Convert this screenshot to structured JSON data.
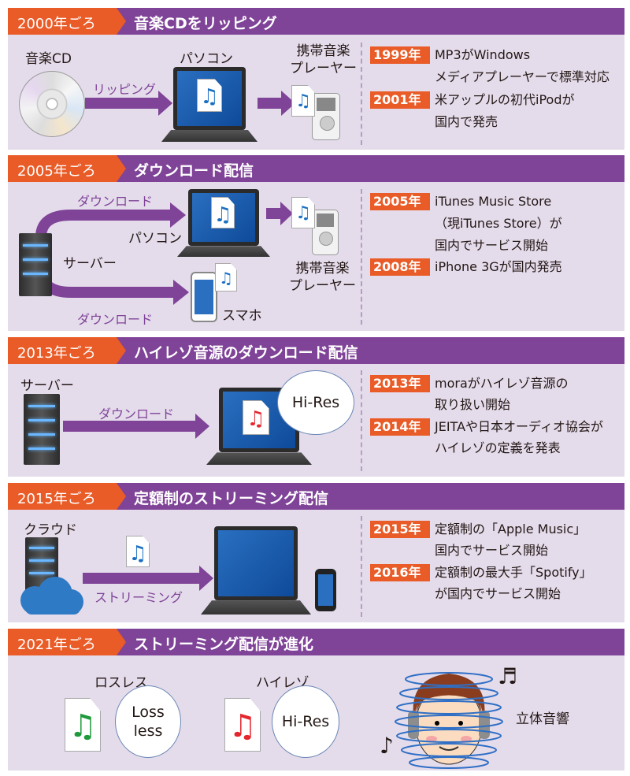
{
  "colors": {
    "orange": "#e95b27",
    "purple": "#7f4397",
    "panel": "#e4dbeb",
    "blue": "#1b6fc2"
  },
  "sections": [
    {
      "era": "2000年ごろ",
      "title": "音楽CDをリッピング",
      "labels": {
        "cd": "音楽CD",
        "rip": "リッピング",
        "pc": "パソコン",
        "player1": "携帯音楽",
        "player2": "プレーヤー"
      },
      "timeline": [
        {
          "year": "1999年",
          "lines": [
            "MP3がWindows",
            "メディアプレーヤーで標準対応"
          ]
        },
        {
          "year": "2001年",
          "lines": [
            "米アップルの初代iPodが",
            "国内で発売"
          ]
        }
      ]
    },
    {
      "era": "2005年ごろ",
      "title": "ダウンロード配信",
      "labels": {
        "dl_top": "ダウンロード",
        "dl_bottom": "ダウンロード",
        "server": "サーバー",
        "pc": "パソコン",
        "player1": "携帯音楽",
        "player2": "プレーヤー",
        "phone": "スマホ"
      },
      "timeline": [
        {
          "year": "2005年",
          "lines": [
            "iTunes Music Store",
            "（現iTunes Store）が",
            "国内でサービス開始"
          ]
        },
        {
          "year": "2008年",
          "lines": [
            "iPhone 3Gが国内発売"
          ]
        }
      ]
    },
    {
      "era": "2013年ごろ",
      "title": "ハイレゾ音源のダウンロード配信",
      "labels": {
        "server": "サーバー",
        "dl": "ダウンロード",
        "bubble": "Hi-Res"
      },
      "timeline": [
        {
          "year": "2013年",
          "lines": [
            "moraがハイレゾ音源の",
            "取り扱い開始"
          ]
        },
        {
          "year": "2014年",
          "lines": [
            "JEITAや日本オーディオ協会が",
            "ハイレゾの定義を発表"
          ]
        }
      ]
    },
    {
      "era": "2015年ごろ",
      "title": "定額制のストリーミング配信",
      "labels": {
        "cloud": "クラウド",
        "stream": "ストリーミング"
      },
      "timeline": [
        {
          "year": "2015年",
          "lines": [
            "定額制の「Apple Music」",
            "国内でサービス開始"
          ]
        },
        {
          "year": "2016年",
          "lines": [
            "定額制の最大手「Spotify」",
            "が国内でサービス開始"
          ]
        }
      ]
    },
    {
      "era": "2021年ごろ",
      "title": "ストリーミング配信が進化",
      "labels": {
        "lossless": "ロスレス",
        "lossless_b1": "Loss",
        "lossless_b2": "less",
        "hires": "ハイレゾ",
        "hires_b": "Hi-Res",
        "spatial": "立体音響"
      }
    }
  ],
  "icons": [
    "cd-icon",
    "laptop-icon",
    "music-file-icon",
    "portable-player-icon",
    "server-icon",
    "smartphone-icon",
    "cloud-icon",
    "speech-bubble-icon",
    "headphone-face-icon",
    "music-note-icon"
  ]
}
